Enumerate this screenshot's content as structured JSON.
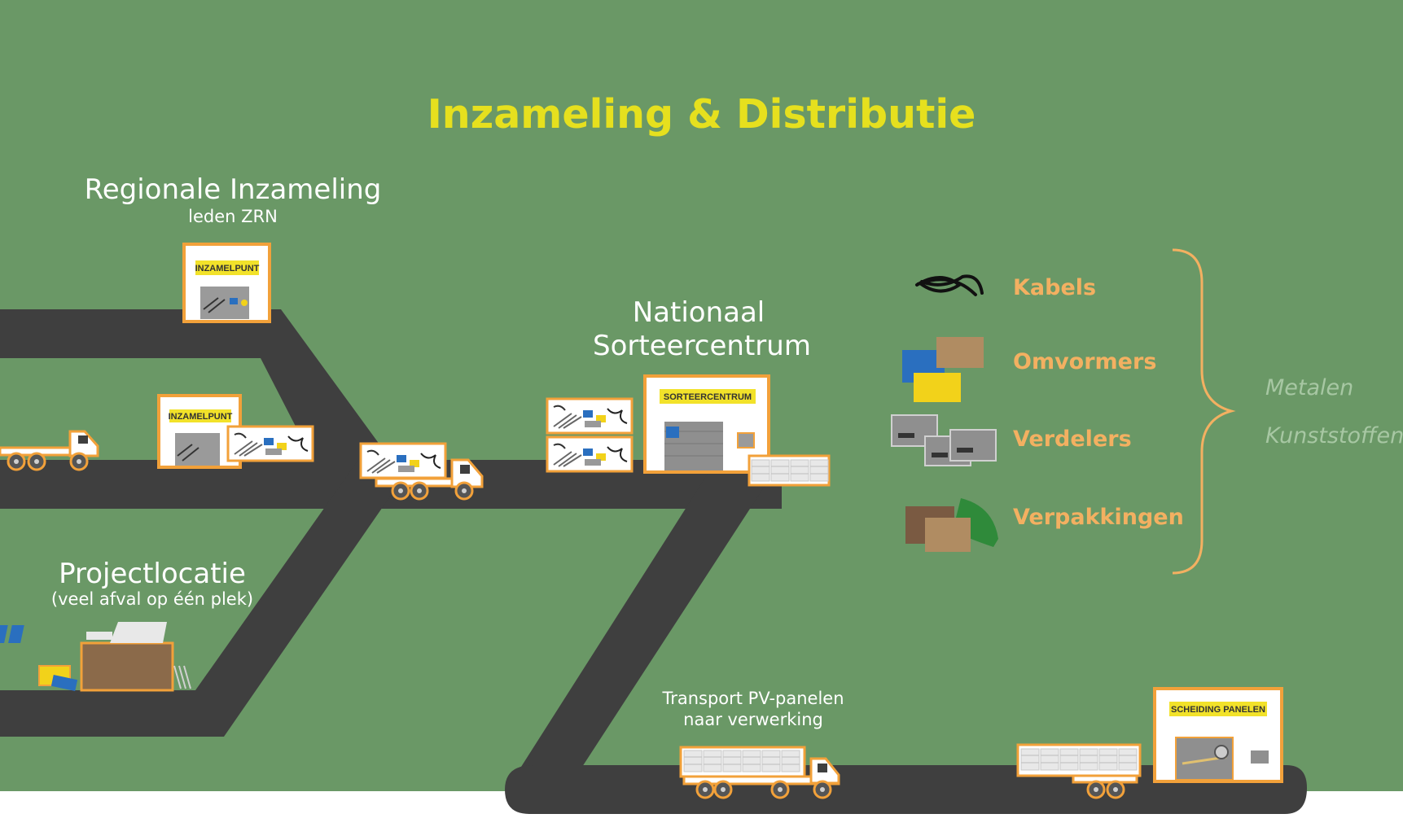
{
  "title": "Inzameling & Distributie",
  "regional": {
    "label": "Regionale Inzameling",
    "sublabel": "leden ZRN"
  },
  "collection_point_sign": "INZAMELPUNT",
  "national": {
    "label_line1": "Nationaal",
    "label_line2": "Sorteercentrum",
    "sign": "SORTEERCENTRUM"
  },
  "project": {
    "label": "Projectlocatie",
    "sublabel": "(veel afval op één plek)"
  },
  "transport": {
    "line1": "Transport  PV-panelen",
    "line2": "naar verwerking"
  },
  "separation_sign": "SCHEIDING PANELEN",
  "categories": [
    {
      "label": "Kabels",
      "icon": "cable-icon"
    },
    {
      "label": "Omvormers",
      "icon": "inverter-icon"
    },
    {
      "label": "Verdelers",
      "icon": "distribution-box-icon"
    },
    {
      "label": "Verpakkingen",
      "icon": "packaging-icon"
    }
  ],
  "materials": [
    "Metalen",
    "Kunststoffen"
  ],
  "colors": {
    "background": "#6a9866",
    "road": "#3f3f3f",
    "title": "#e6e01e",
    "category_text": "#f3b061",
    "building_border": "#f2a13a",
    "sign": "#f2e22a",
    "material_text": "#a7c7a3"
  }
}
